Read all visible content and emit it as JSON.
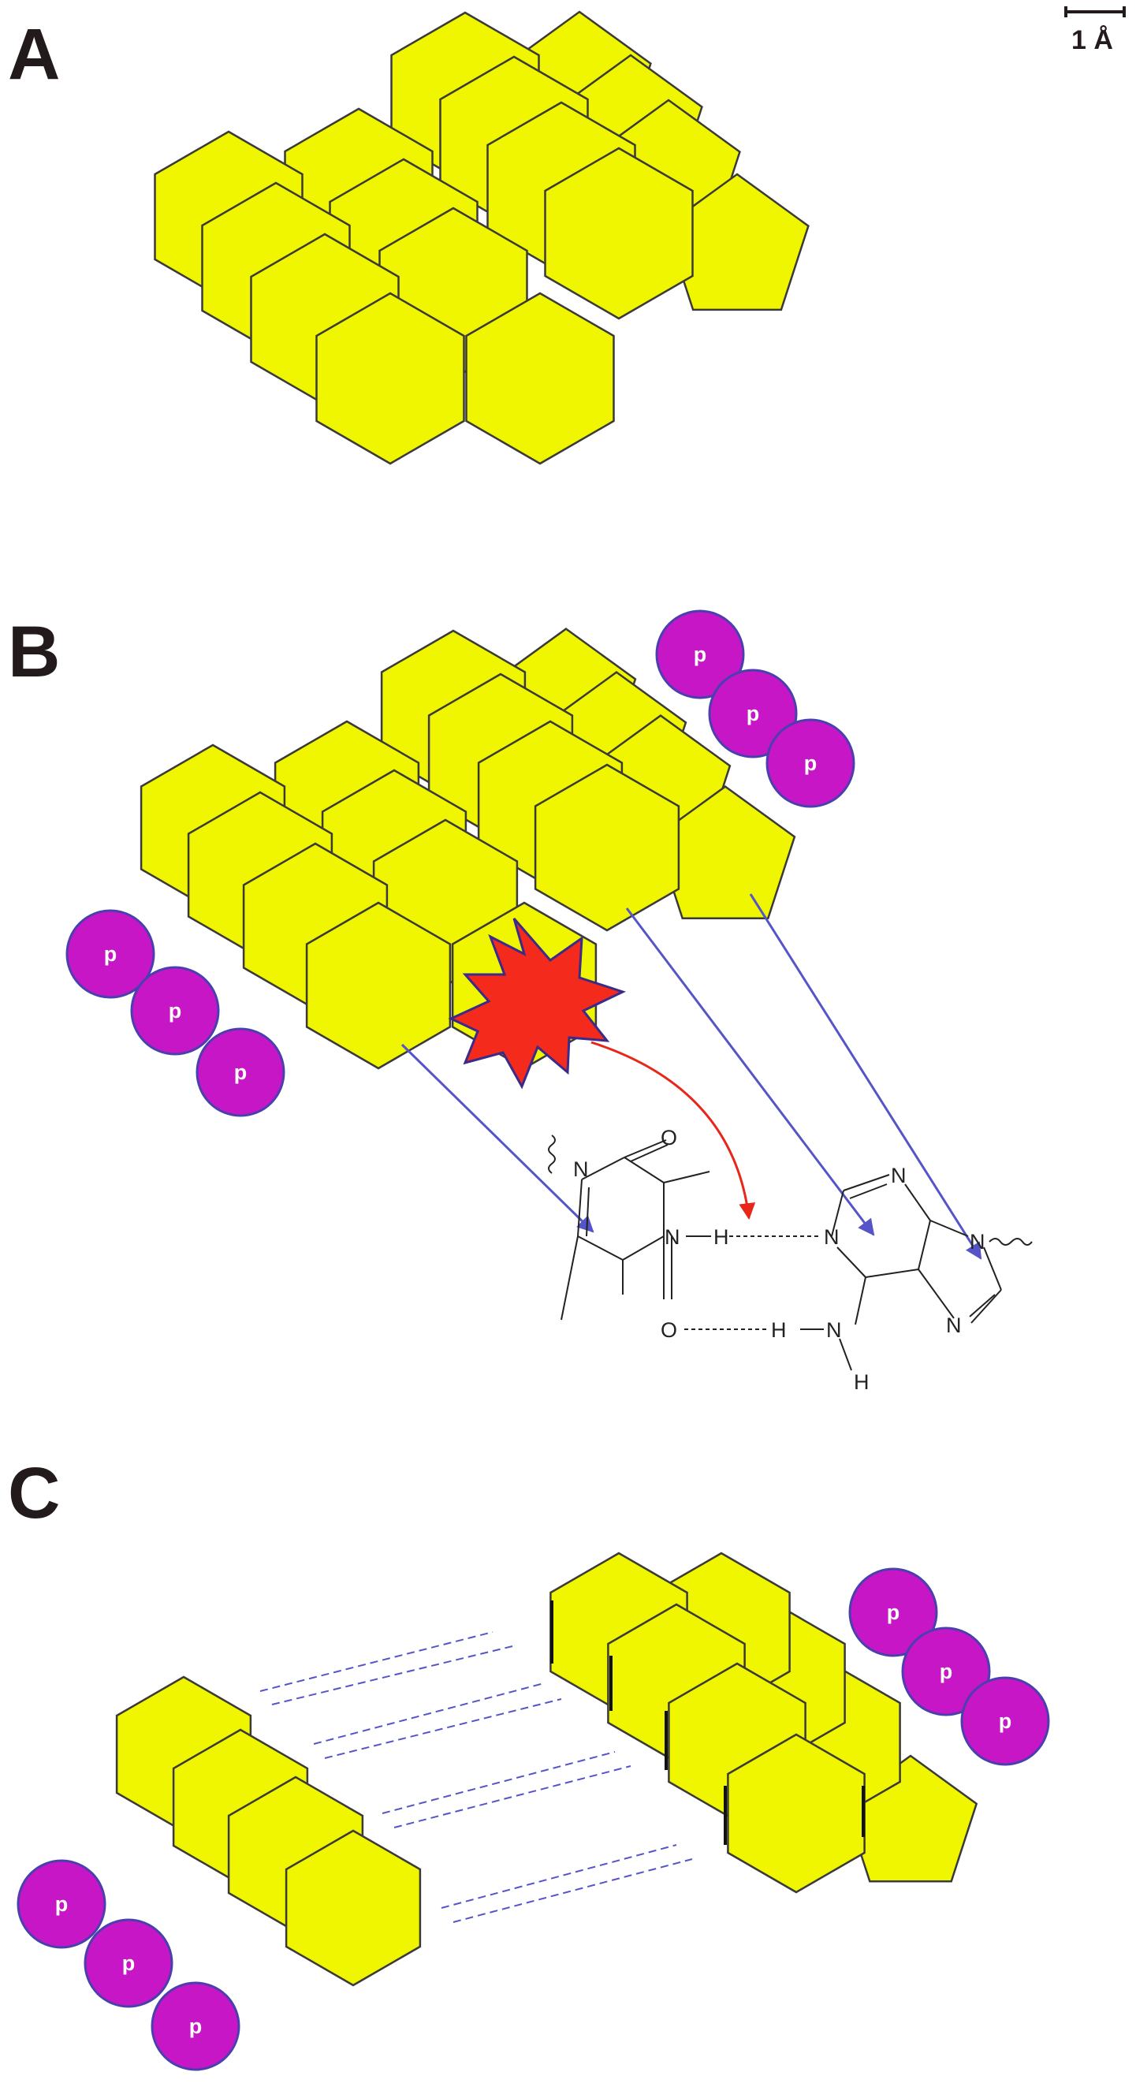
{
  "panels": {
    "a": {
      "label": "A"
    },
    "b": {
      "label": "B"
    },
    "c": {
      "label": "C"
    }
  },
  "scale_bar": {
    "label": "1 Å"
  },
  "phosphate_label": "p",
  "molecule": {
    "atoms": {
      "n": "N",
      "o": "O",
      "h": "H"
    }
  },
  "colors": {
    "ring_fill": "#f0f500",
    "ring_stroke": "#3a3a3a",
    "phosphate_fill": "#c616c6",
    "phosphate_stroke": "#4a3fae",
    "blue_arrow": "#5555c8",
    "red_arrow": "#e8261a",
    "explosion": "#f42a1c"
  },
  "icons": {
    "phosphate": "phosphate-group-circle",
    "damage": "explosion-burst-icon"
  }
}
